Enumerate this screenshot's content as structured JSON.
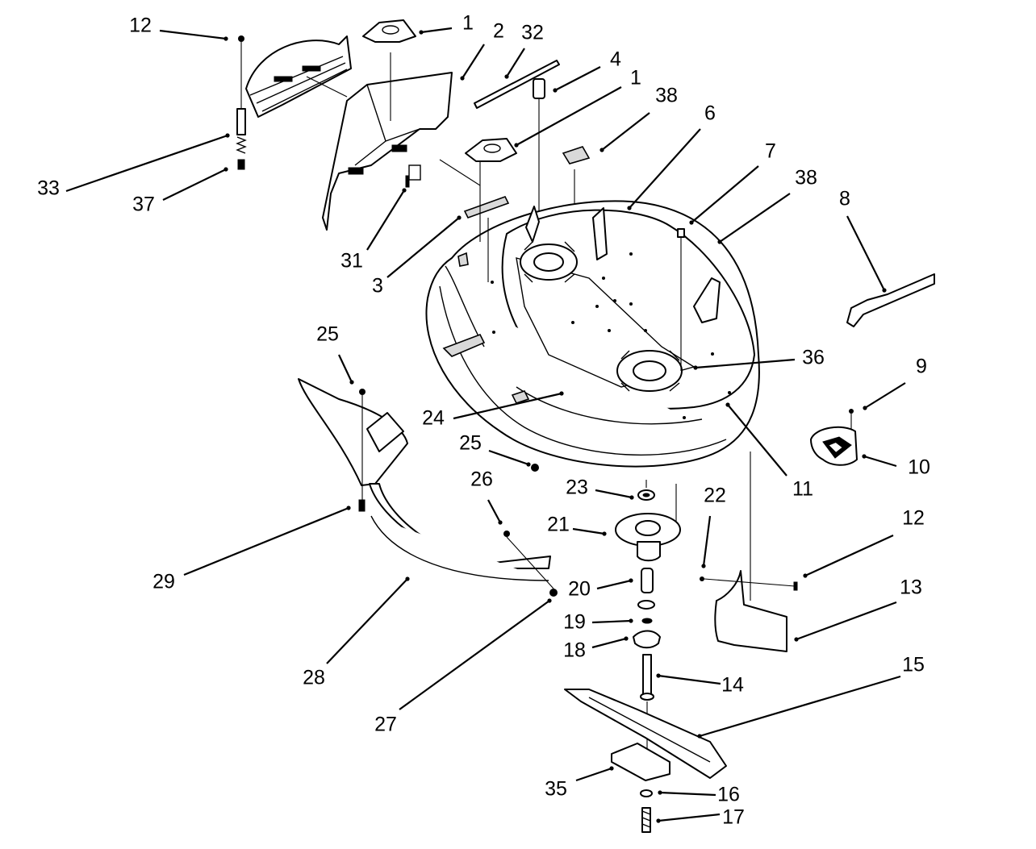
{
  "diagram": {
    "footer_text": "",
    "callouts": [
      {
        "id": "c12a",
        "label": "12"
      },
      {
        "id": "c1a",
        "label": "1"
      },
      {
        "id": "c2",
        "label": "2"
      },
      {
        "id": "c32",
        "label": "32"
      },
      {
        "id": "c4",
        "label": "4"
      },
      {
        "id": "c1b",
        "label": "1"
      },
      {
        "id": "c38a",
        "label": "38"
      },
      {
        "id": "c6",
        "label": "6"
      },
      {
        "id": "c7",
        "label": "7"
      },
      {
        "id": "c38b",
        "label": "38"
      },
      {
        "id": "c8",
        "label": "8"
      },
      {
        "id": "c33",
        "label": "33"
      },
      {
        "id": "c37",
        "label": "37"
      },
      {
        "id": "c31",
        "label": "31"
      },
      {
        "id": "c3",
        "label": "3"
      },
      {
        "id": "c36",
        "label": "36"
      },
      {
        "id": "c9",
        "label": "9"
      },
      {
        "id": "c25a",
        "label": "25"
      },
      {
        "id": "c24",
        "label": "24"
      },
      {
        "id": "c25b",
        "label": "25"
      },
      {
        "id": "c10",
        "label": "10"
      },
      {
        "id": "c11",
        "label": "11"
      },
      {
        "id": "c23",
        "label": "23"
      },
      {
        "id": "c26",
        "label": "26"
      },
      {
        "id": "c22",
        "label": "22"
      },
      {
        "id": "c12b",
        "label": "12"
      },
      {
        "id": "c21",
        "label": "21"
      },
      {
        "id": "c29",
        "label": "29"
      },
      {
        "id": "c20",
        "label": "20"
      },
      {
        "id": "c13",
        "label": "13"
      },
      {
        "id": "c19",
        "label": "19"
      },
      {
        "id": "c18",
        "label": "18"
      },
      {
        "id": "c28",
        "label": "28"
      },
      {
        "id": "c14",
        "label": "14"
      },
      {
        "id": "c15",
        "label": "15"
      },
      {
        "id": "c27",
        "label": "27"
      },
      {
        "id": "c35",
        "label": "35"
      },
      {
        "id": "c16",
        "label": "16"
      },
      {
        "id": "c17",
        "label": "17"
      }
    ]
  }
}
